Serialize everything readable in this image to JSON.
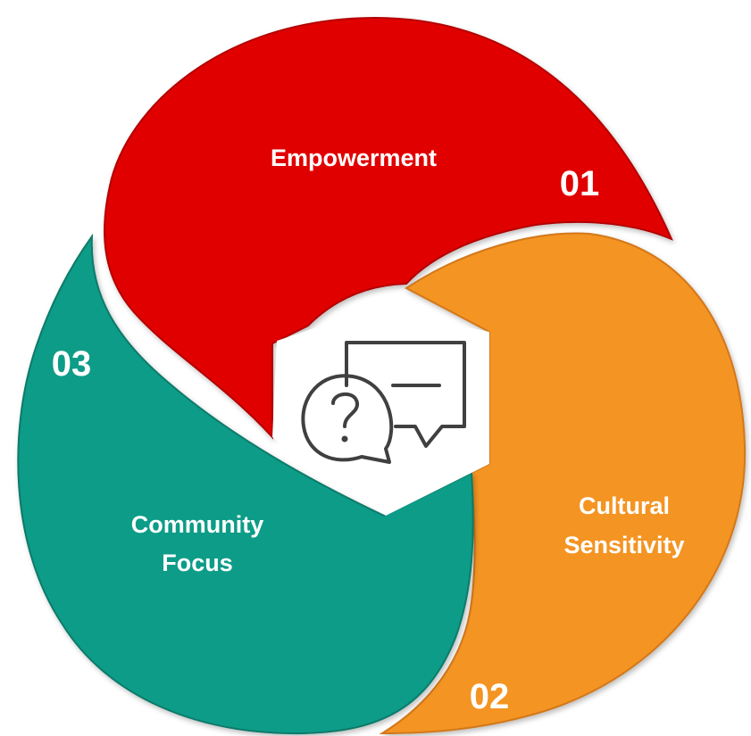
{
  "colors": {
    "segment_1": "#E10600",
    "segment_1_edge": "#B30000",
    "segment_2": "#F49422",
    "segment_2_edge": "#D2781A",
    "segment_3": "#0E9C88",
    "segment_3_edge": "#0A7A6A",
    "center": "#FFFFFF",
    "icon": "#404040",
    "text": "#FFFFFF"
  },
  "segments": [
    {
      "number": "01",
      "lines": [
        "Empowerment"
      ]
    },
    {
      "number": "02",
      "lines": [
        "Cultural",
        "Sensitivity"
      ]
    },
    {
      "number": "03",
      "lines": [
        "Community",
        "Focus"
      ]
    }
  ],
  "center_icon": "question-chat-bubbles-icon"
}
